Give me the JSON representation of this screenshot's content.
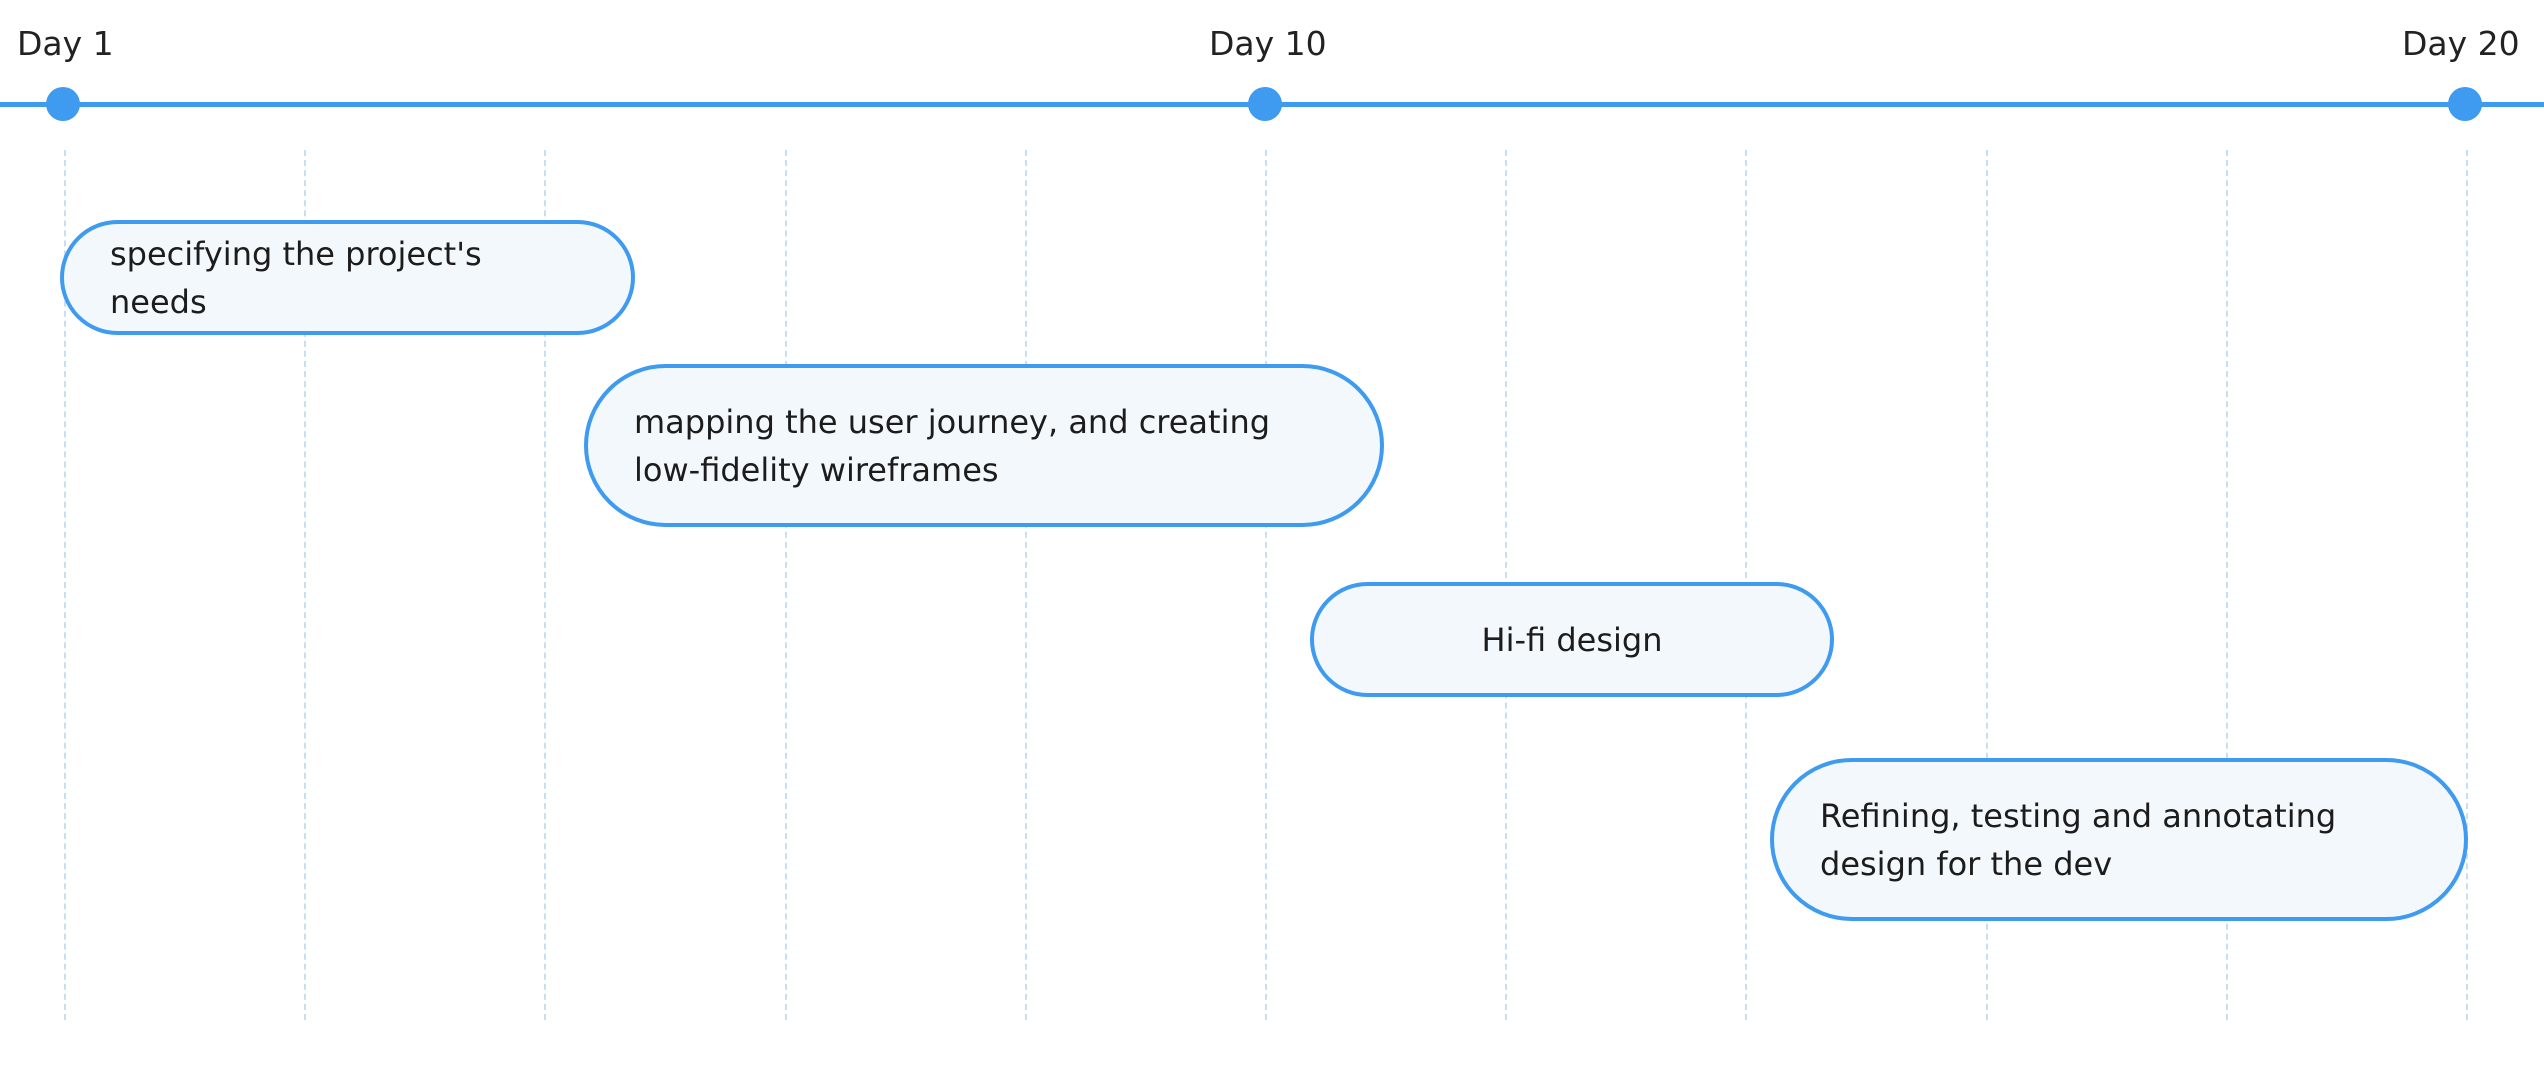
{
  "timeline": {
    "accent_color": "#3e9bef",
    "pill_fill": "#f3f8fc",
    "gridline_color": "#c8dff3",
    "milestones": [
      {
        "label": "Day 1"
      },
      {
        "label": "Day 10"
      },
      {
        "label": "Day 20"
      }
    ],
    "tasks": [
      {
        "label": "specifying the project's needs"
      },
      {
        "label": "mapping the user journey, and creating low-fidelity wireframes"
      },
      {
        "label": "Hi-fi design"
      },
      {
        "label": "Refining, testing and annotating design for the dev"
      }
    ]
  }
}
